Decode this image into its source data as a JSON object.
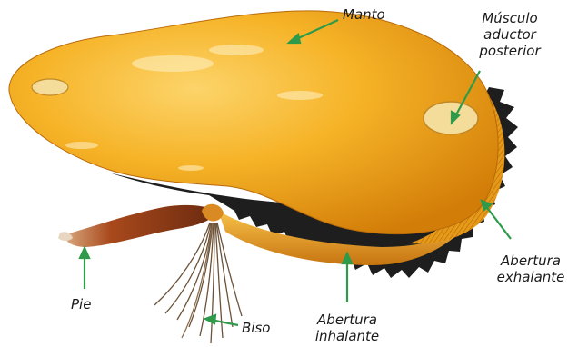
{
  "labels": {
    "manto": "Manto",
    "musculo": [
      "Músculo",
      "aductor",
      "posterior"
    ],
    "abertura_exhalante": [
      "Abertura",
      "exhalante"
    ],
    "abertura_inhalante": [
      "Abertura",
      "inhalante"
    ],
    "pie": "Pie",
    "biso": "Biso"
  },
  "colors": {
    "arrow": "#2e9a4a",
    "mantle": "#f2a516",
    "mantle_light": "#fcd46a",
    "mantle_dark": "#d27d08",
    "shell_edge": "#1e1e1e",
    "foot": "#a8491c",
    "byssus": "#6b5238"
  }
}
